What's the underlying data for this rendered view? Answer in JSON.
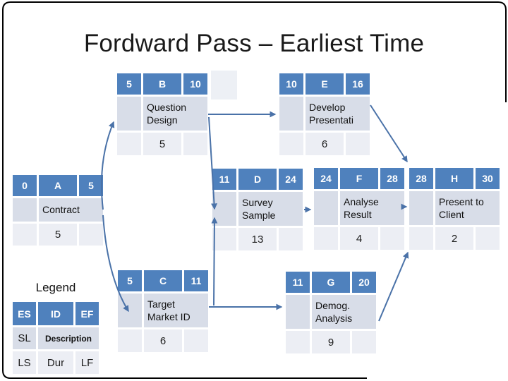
{
  "title": "Fordward Pass – Earliest Time",
  "legend": {
    "title": "Legend",
    "es": "ES",
    "id": "ID",
    "ef": "EF",
    "sl": "SL",
    "description": "Description",
    "ls": "LS",
    "dur": "Dur",
    "lf": "LF"
  },
  "nodes": {
    "a": {
      "id": "A",
      "es": "0",
      "ef": "5",
      "desc": "Contract",
      "dur": "5"
    },
    "b": {
      "id": "B",
      "es": "5",
      "ef": "10",
      "desc": "Question Design",
      "dur": "5"
    },
    "c": {
      "id": "C",
      "es": "5",
      "ef": "11",
      "desc": "Target Market ID",
      "dur": "6"
    },
    "d": {
      "id": "D",
      "es": "11",
      "ef": "24",
      "desc": "Survey Sample",
      "dur": "13"
    },
    "e": {
      "id": "E",
      "es": "10",
      "ef": "16",
      "desc": "Develop Presentati",
      "dur": "6"
    },
    "f": {
      "id": "F",
      "es": "24",
      "ef": "28",
      "desc": "Analyse Result",
      "dur": "4"
    },
    "g": {
      "id": "G",
      "es": "11",
      "ef": "20",
      "desc": "Demog. Analysis",
      "dur": "9"
    },
    "h": {
      "id": "H",
      "es": "28",
      "ef": "30",
      "desc": "Present to Client",
      "dur": "2"
    }
  },
  "connectors": [
    {
      "from": "A",
      "to": "B"
    },
    {
      "from": "A",
      "to": "C"
    },
    {
      "from": "B",
      "to": "E"
    },
    {
      "from": "B",
      "to": "D"
    },
    {
      "from": "C",
      "to": "D"
    },
    {
      "from": "C",
      "to": "G"
    },
    {
      "from": "D",
      "to": "F"
    },
    {
      "from": "E",
      "to": "H"
    },
    {
      "from": "F",
      "to": "H"
    },
    {
      "from": "G",
      "to": "H"
    }
  ],
  "colors": {
    "header_fill": "#4f81bd",
    "band_dark": "#d8dde8",
    "band_light": "#eceef4",
    "connector": "#4a72a8",
    "title_text": "#1a1a1a"
  }
}
